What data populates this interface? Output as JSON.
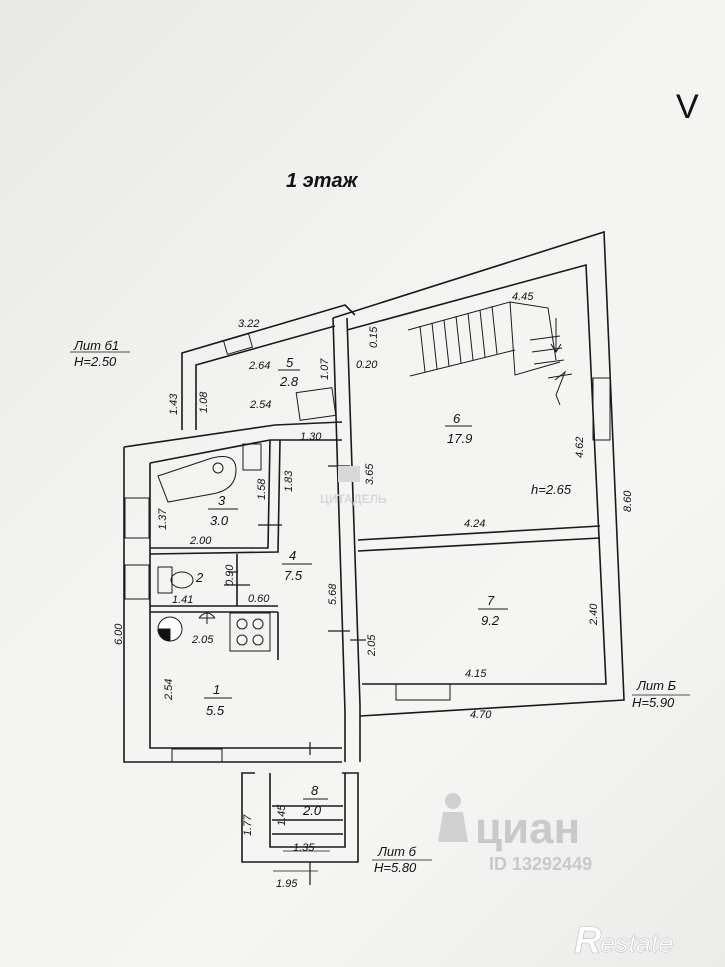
{
  "title": "1 этаж",
  "corner_mark": "V",
  "lit_labels": [
    {
      "id": "b1",
      "name": "Лит б1",
      "height": "H=2.50"
    },
    {
      "id": "B",
      "name": "Лит Б",
      "height": "H=5.90"
    },
    {
      "id": "b",
      "name": "Лит б",
      "height": "H=5.80"
    }
  ],
  "rooms": [
    {
      "num": "1",
      "area": "5.5"
    },
    {
      "num": "2",
      "area": ""
    },
    {
      "num": "3",
      "area": "3.0"
    },
    {
      "num": "4",
      "area": "7.5"
    },
    {
      "num": "5",
      "area": "2.8"
    },
    {
      "num": "6",
      "area": "17.9"
    },
    {
      "num": "7",
      "area": "9.2"
    },
    {
      "num": "8",
      "area": "2.0"
    }
  ],
  "ceiling_height": "h=2.65",
  "dimensions": [
    "3.22",
    "2.64",
    "1.07",
    "1.43",
    "1.08",
    "2.54",
    "1.30",
    "0.15",
    "0.20",
    "4.45",
    "3.65",
    "4.62",
    "8.60",
    "1.58",
    "1.83",
    "1.37",
    "2.00",
    "4.24",
    "0.90",
    "1.41",
    "0.60",
    "5.68",
    "2.05",
    "2.05",
    "2.40",
    "6.00",
    "2.54",
    "4.15",
    "4.70",
    "1.77",
    "1.45",
    "1.35",
    "1.95"
  ],
  "watermarks": {
    "center": "ЦИТАДЕЛЬ",
    "cian": "циан",
    "cian_id": "ID 13292449",
    "restate": "Restate"
  }
}
